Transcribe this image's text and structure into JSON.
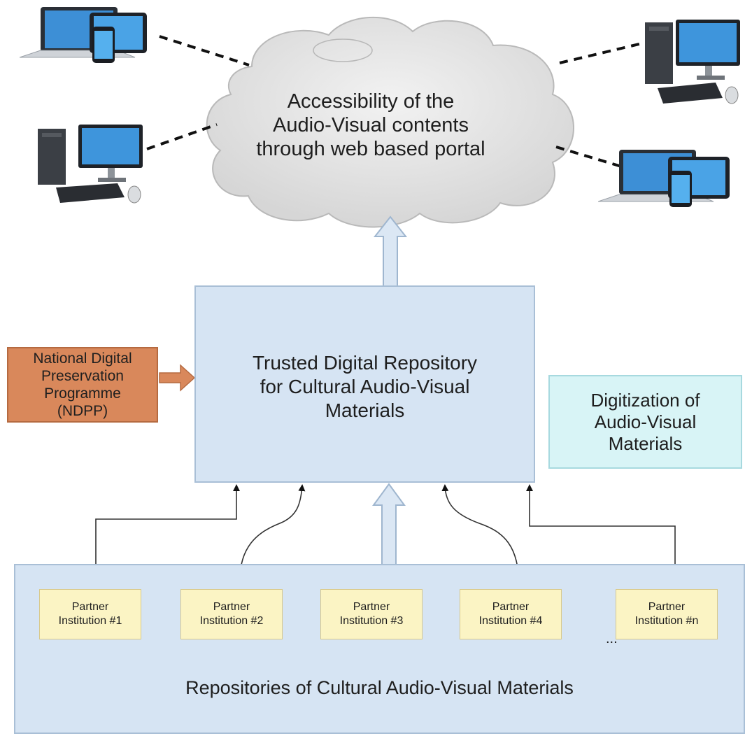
{
  "cloud": {
    "label_lines": [
      "Accessibility of the",
      "Audio-Visual contents",
      "through web based portal"
    ]
  },
  "repository": {
    "label_lines": [
      "Trusted Digital Repository",
      "for Cultural Audio-Visual",
      "Materials"
    ]
  },
  "ndpp": {
    "label_lines": [
      "National Digital",
      "Preservation",
      "Programme",
      "(NDPP)"
    ]
  },
  "digitization": {
    "label_lines": [
      "Digitization of",
      "Audio-Visual",
      "Materials"
    ]
  },
  "repositories": {
    "title": "Repositories of Cultural Audio-Visual Materials"
  },
  "partners": [
    {
      "line1": "Partner",
      "line2": "Institution #1"
    },
    {
      "line1": "Partner",
      "line2": "Institution #2"
    },
    {
      "line1": "Partner",
      "line2": "Institution #3"
    },
    {
      "line1": "Partner",
      "line2": "Institution #4"
    },
    {
      "line1": "Partner",
      "line2": "Institution #n"
    }
  ],
  "ellipsis": "...",
  "devices": [
    "laptop-tablet-phone-icon",
    "desktop-computer-icon",
    "desktop-computer-icon",
    "laptop-tablet-phone-icon"
  ],
  "colors": {
    "repository_fill": "#d6e4f3",
    "ndpp_fill": "#d9885b",
    "digitization_fill": "#d8f4f6",
    "partner_fill": "#fbf4c4",
    "cloud_fill": "#e6e6e6"
  }
}
